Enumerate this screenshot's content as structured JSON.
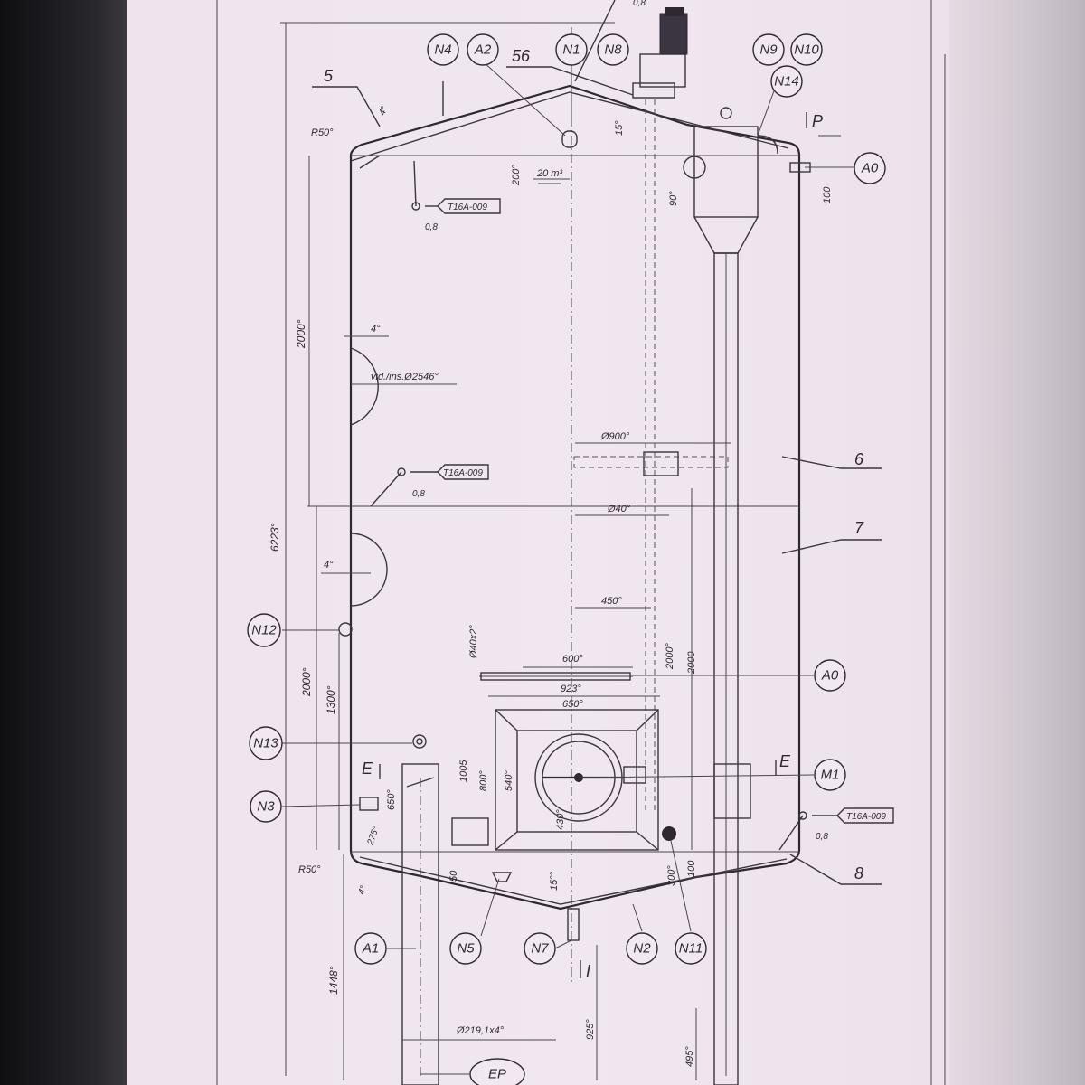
{
  "bubbles": {
    "N4": "N4",
    "A2": "A2",
    "N1": "N1",
    "N8": "N8",
    "N9": "N9",
    "N10": "N10",
    "N14": "N14",
    "A0_top": "A0",
    "A0_mid": "A0",
    "M1": "M1",
    "N12": "N12",
    "N13": "N13",
    "N3": "N3",
    "A1": "A1",
    "N5": "N5",
    "N7": "N7",
    "N2": "N2",
    "N11": "N11",
    "EP": "EP"
  },
  "parts": {
    "p5": "5",
    "p56": "56",
    "p6": "6",
    "p7": "7",
    "p8": "8"
  },
  "dims": {
    "d_top_small": "0,8",
    "d15_top": "15°",
    "r50_top": "R50°",
    "d4_top": "4°",
    "d200": "200°",
    "vol": "20 m³",
    "d90": "90°",
    "d100_top": "100",
    "p_label": "P",
    "d2000_upper": "2000°",
    "d4_a": "4°",
    "vid": "vid./ins.Ø2546°",
    "d6223": "6223°",
    "d900": "Ø900°",
    "d40": "Ø40°",
    "d4_b": "4°",
    "d450": "450°",
    "d40x2": "Ø40x2°",
    "d2000_right": "2000°",
    "d2000_right2": "2000",
    "d600": "600°",
    "d923": "923°",
    "d650": "650°",
    "d2000_lower": "2000°",
    "d1300": "1300°",
    "d1005": "1005",
    "d800": "800°",
    "d540": "540°",
    "d650_v": "650°",
    "d275": "275°",
    "d430": "430°",
    "e_left": "E",
    "e_right": "E",
    "r50_bot": "R50°",
    "d4_bot": "4°",
    "d50": "50",
    "d15_bot": "15°°",
    "d300": "300°",
    "d100_bot": "100",
    "d1448": "1448°",
    "d219": "Ø219,1x4°",
    "d925": "925°",
    "d495": "495°",
    "i_label": "I"
  },
  "tags": {
    "t1": "T16A-009",
    "t1s": "0,8",
    "t2": "T16A-009",
    "t2s": "0,8",
    "t3": "T16A-009",
    "t3s": "0,8"
  }
}
